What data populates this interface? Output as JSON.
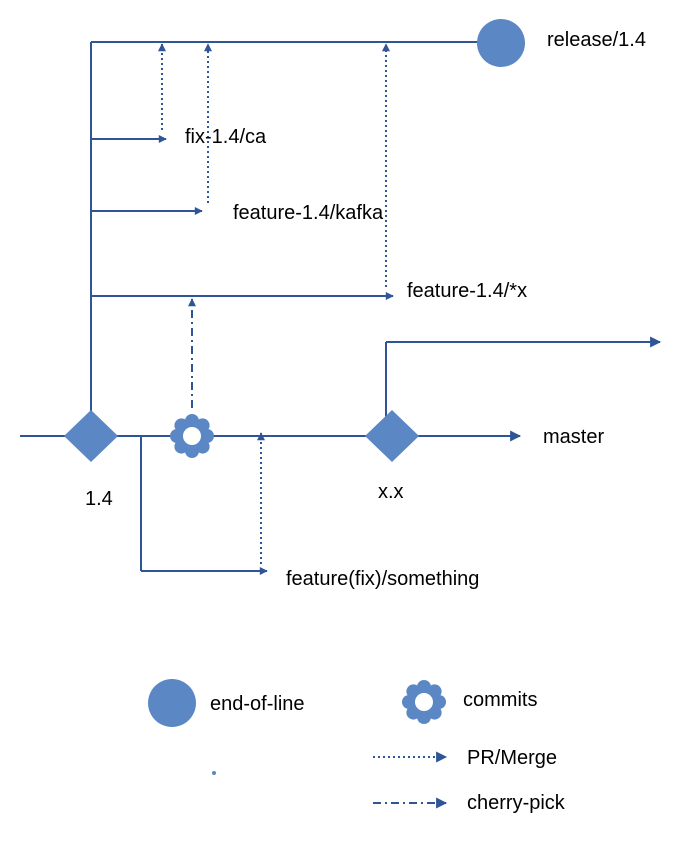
{
  "colors": {
    "line": "#2f5597",
    "fill": "#5b87c5",
    "text": "#000000"
  },
  "branches": {
    "release": "release/1.4",
    "fix_ca": "fix-1.4/ca",
    "feature_kafka": "feature-1.4/kafka",
    "feature_x": "feature-1.4/*x",
    "master": "master",
    "feature_fix_something": "feature(fix)/something"
  },
  "tags": {
    "v14": "1.4",
    "vxx": "x.x"
  },
  "legend": {
    "end_of_line": "end-of-line",
    "commits": "commits",
    "pr_merge": "PR/Merge",
    "cherry_pick": "cherry-pick"
  },
  "icons": {
    "end_of_line": "filled-circle-icon",
    "commit": "flower-ring-icon",
    "tag": "diamond-icon"
  }
}
